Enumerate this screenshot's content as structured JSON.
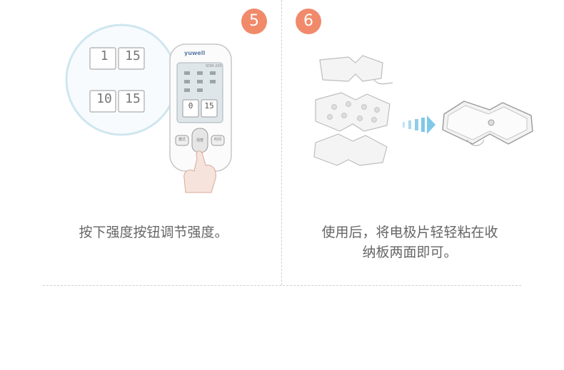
{
  "steps": [
    {
      "number": "5",
      "caption": "按下强度按钮调节强度。",
      "zoom_digits": [
        "1",
        "15",
        "10",
        "15"
      ],
      "device": {
        "brand": "yuwell",
        "model": "SDM-200",
        "lcd_mode": "0",
        "lcd_value": "15",
        "left_button": "模式",
        "center_button": "强度",
        "right_button": "时间"
      }
    },
    {
      "number": "6",
      "caption_line1": "使用后，将电极片轻轻粘在收",
      "caption_line2": "纳板两面即可。"
    }
  ],
  "colors": {
    "badge": "#f08a6a",
    "divider": "#cfcfcf",
    "arrow": "#7ec8e8",
    "lcd": "#dfe6ea"
  }
}
